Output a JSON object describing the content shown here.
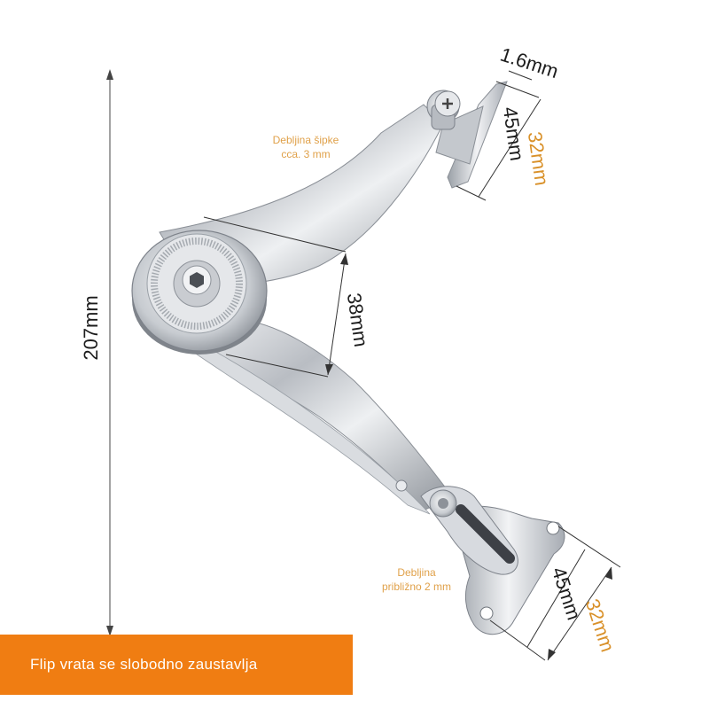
{
  "dimensions": {
    "total_height": "207mm",
    "rod_thickness_top": "1.6mm",
    "plate_top_outer": "45mm",
    "plate_top_inner": "32mm",
    "pivot_diameter": "38mm",
    "plate_bottom_outer": "45mm",
    "plate_bottom_inner": "32mm"
  },
  "notes": {
    "top": "Debljina šipke cca. 3 mm",
    "bottom": "Debljina približno 2 mm"
  },
  "banner": {
    "text": "Flip vrata se slobodno zaustavlja",
    "color": "#f07d12"
  },
  "colors": {
    "annotation_orange": "#d9912a",
    "metal": "#c9ccd1"
  }
}
